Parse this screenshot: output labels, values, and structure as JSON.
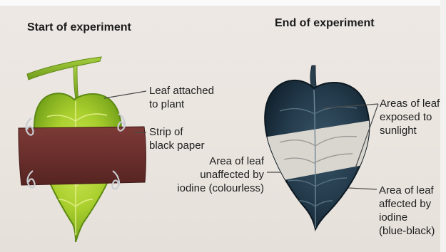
{
  "headings": {
    "start": "Start of experiment",
    "end": "End of experiment"
  },
  "labels": {
    "leaf_attached": "Leaf attached\nto plant",
    "strip": "Strip of\nblack paper",
    "unaffected": "Area of leaf\nunaffected by\niodine (colourless)",
    "exposed": "Areas of leaf\nexposed to\nsunlight",
    "affected": "Area of leaf\naffected by\niodine\n(blue-black)"
  },
  "colors": {
    "leaf_green": "#a9cf2e",
    "leaf_edge": "#5c8a12",
    "stem": "#86b02a",
    "paper": "#6a2f2c",
    "dark_leaf": "#1f3442",
    "band": "#d9d6d0"
  }
}
